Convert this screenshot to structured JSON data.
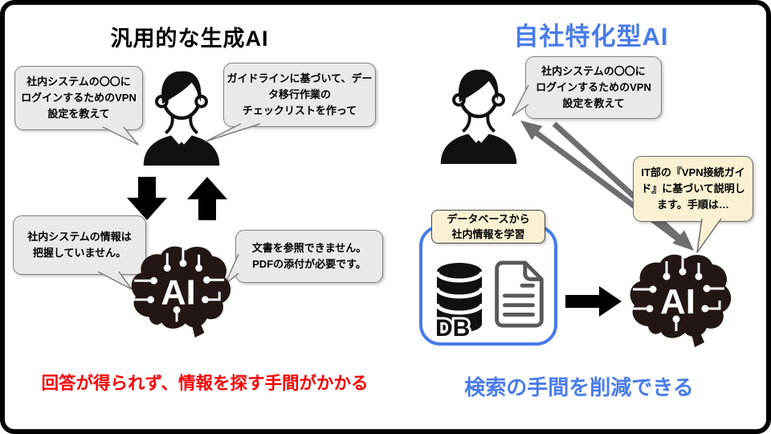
{
  "colors": {
    "accent_blue": "#4a7be8",
    "alert_red": "#f50000",
    "bubble_gray_bg": "#e9e9e9",
    "bubble_gray_border": "#7f7f7f",
    "bubble_cream_bg": "#faf1d4",
    "arrow_gray": "#6e6e6e",
    "icon_black": "#221714"
  },
  "left": {
    "title": "汎用的な生成AI",
    "bubble_vpn": "社内システムの〇〇に\nログインするためのVPN\n設定を教えて",
    "bubble_guideline": "ガイドラインに基づいて、デー\nタ移行作業の\nチェックリストを作って",
    "bubble_no_info": "社内システムの情報は\n把握していません。",
    "bubble_no_doc": "文書を参照できません。\nPDFの添付が必要です。",
    "conclusion": "回答が得られず、情報を探す手間がかかる"
  },
  "right": {
    "title": "自社特化型AI",
    "bubble_vpn": "社内システムの〇〇に\nログインするためのVPN\n設定を教えて",
    "bubble_answer": "IT部の『VPN接続ガイ\nド』に基づいて説明し\nます。手順は…",
    "db_label": "データベースから\n社内情報を学習",
    "db_abbr": "DB",
    "conclusion": "検索の手間を削減できる"
  },
  "icons": {
    "ai_label": "AI"
  }
}
